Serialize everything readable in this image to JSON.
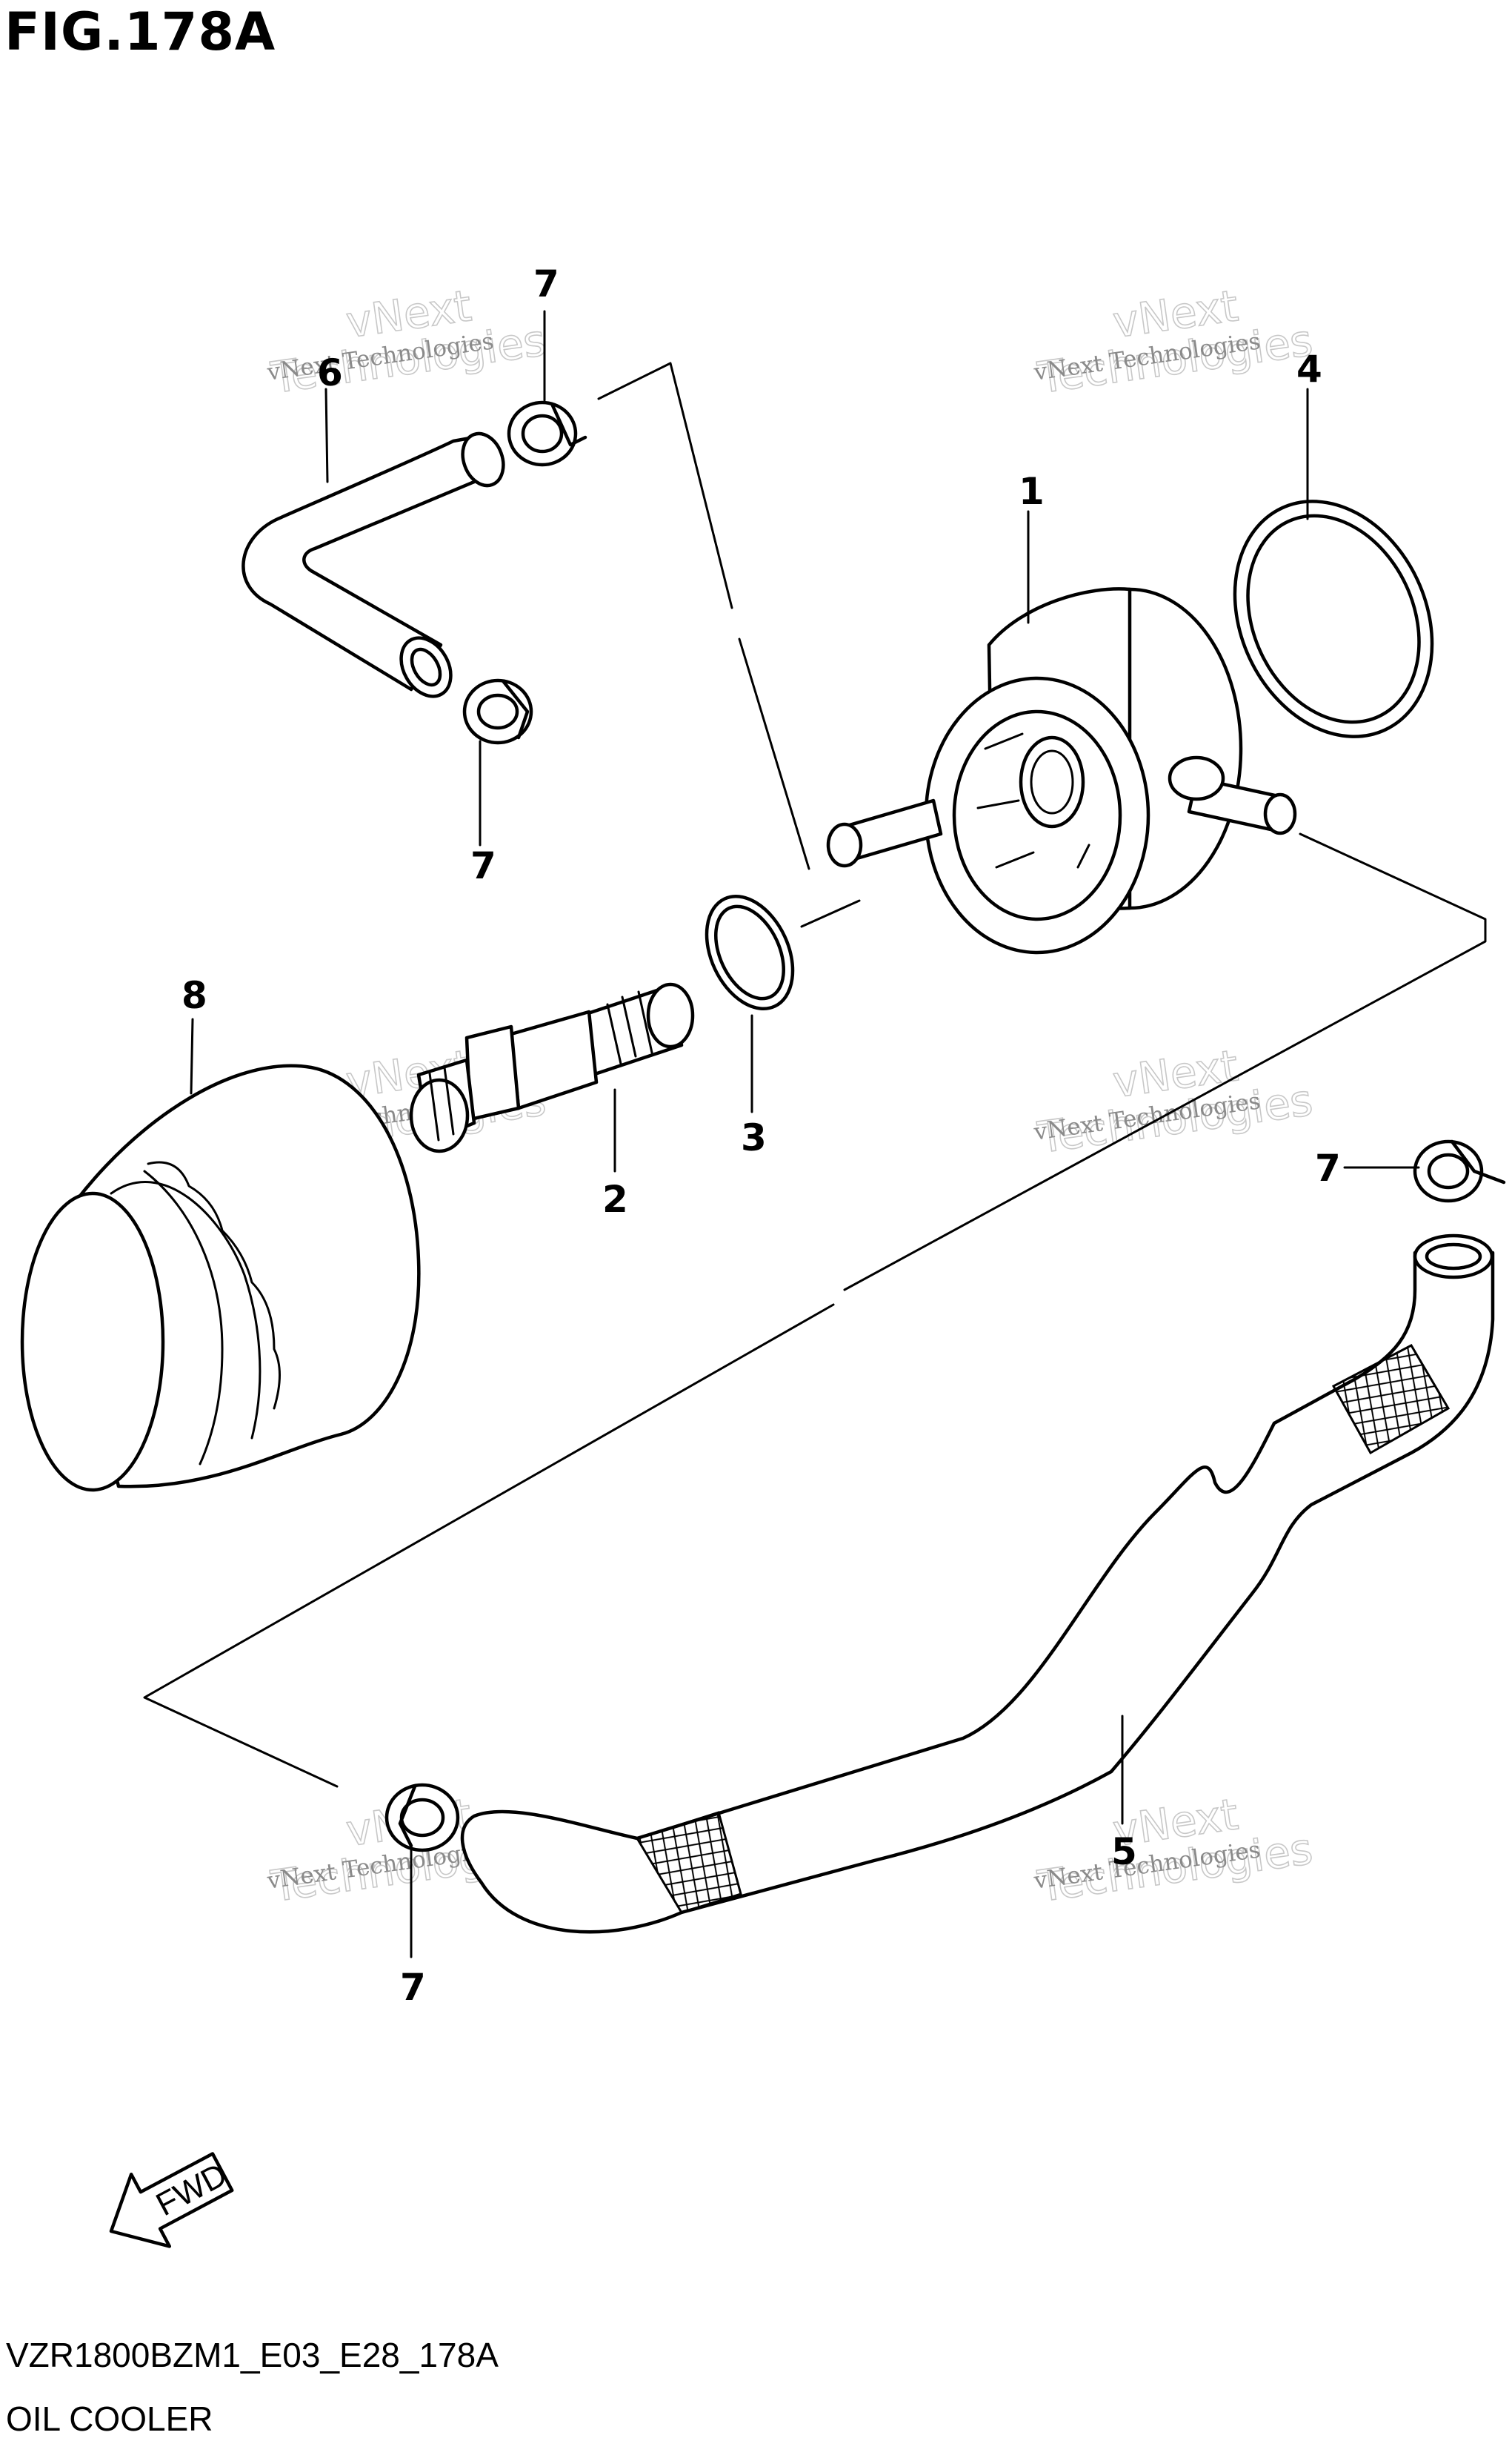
{
  "figure_title": "FIG.178A",
  "diagram_code": "VZR1800BZM1_E03_E28_178A",
  "section_name": "OIL COOLER",
  "direction_marker": "FWD",
  "watermark": {
    "line1": "vNext Technologies",
    "line2": "vNext",
    "line3": "Technologies"
  },
  "callouts": [
    {
      "id": "c1",
      "label": "1"
    },
    {
      "id": "c2",
      "label": "2"
    },
    {
      "id": "c3",
      "label": "3"
    },
    {
      "id": "c4",
      "label": "4"
    },
    {
      "id": "c5",
      "label": "5"
    },
    {
      "id": "c6",
      "label": "6"
    },
    {
      "id": "c7a",
      "label": "7"
    },
    {
      "id": "c7b",
      "label": "7"
    },
    {
      "id": "c7c",
      "label": "7"
    },
    {
      "id": "c7d",
      "label": "7"
    },
    {
      "id": "c8",
      "label": "8"
    }
  ]
}
